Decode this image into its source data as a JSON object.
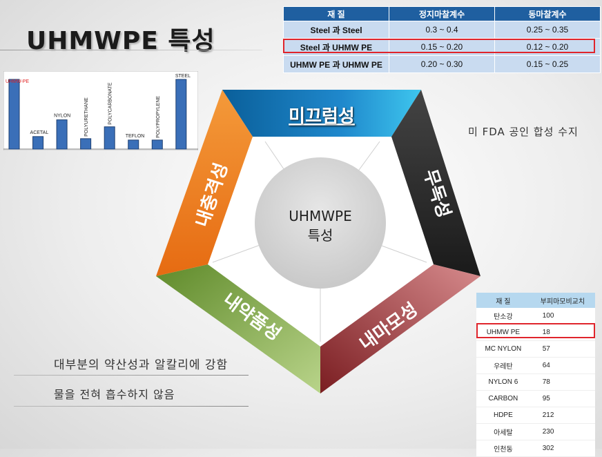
{
  "title": "UHMWPE 특성",
  "friction_table": {
    "headers": [
      "재 질",
      "정지마찰계수",
      "동마찰계수"
    ],
    "rows": [
      [
        "Steel 과 Steel",
        "0.3 ~ 0.4",
        "0.25 ~ 0.35"
      ],
      [
        "Steel 과 UHMW PE",
        "0.15 ~ 0.20",
        "0.12 ~ 0.20"
      ],
      [
        "UHMW PE 과 UHMW PE",
        "0.20 ~ 0.30",
        "0.15 ~ 0.25"
      ]
    ]
  },
  "pentagon": {
    "center_line1": "UHMWPE",
    "center_line2": "특성",
    "segments": {
      "top": "미끄럼성",
      "right": "무독성",
      "bottom_right": "내마모성",
      "bottom_left": "내약품성",
      "left": "내충격성"
    },
    "colors": {
      "top": "#1a7fc0",
      "right": "#2b2b2b",
      "bottom_right": "#9a2f32",
      "bottom_left": "#7fa33e",
      "left": "#ec7d1c"
    }
  },
  "right_note": "미 FDA 공인 합성 수지",
  "notes": [
    "대부분의 약산성과 알칼리에 강함",
    "물을 전혀 흡수하지 않음"
  ],
  "bar_chart": {
    "categories": [
      "UHMW-PE",
      "ACETAL",
      "NYLON",
      "POLYURETHANE",
      "POLYCARBONATE",
      "TEFLON",
      "POLYPROPYLENE",
      "STEEL"
    ],
    "values": [
      100,
      18,
      42,
      15,
      32,
      13,
      13,
      100
    ],
    "highlight_color": "#e02020",
    "bar_color": "#3a6fb8"
  },
  "wear_table": {
    "headers": [
      "재 질",
      "부피마모비교치"
    ],
    "rows": [
      [
        "탄소강",
        "100"
      ],
      [
        "UHMW PE",
        "18"
      ],
      [
        "MC NYLON",
        "57"
      ],
      [
        "우레탄",
        "64"
      ],
      [
        "NYLON 6",
        "78"
      ],
      [
        "CARBON",
        "95"
      ],
      [
        "HDPE",
        "212"
      ],
      [
        "아세탈",
        "230"
      ],
      [
        "인천동",
        "302"
      ]
    ]
  }
}
